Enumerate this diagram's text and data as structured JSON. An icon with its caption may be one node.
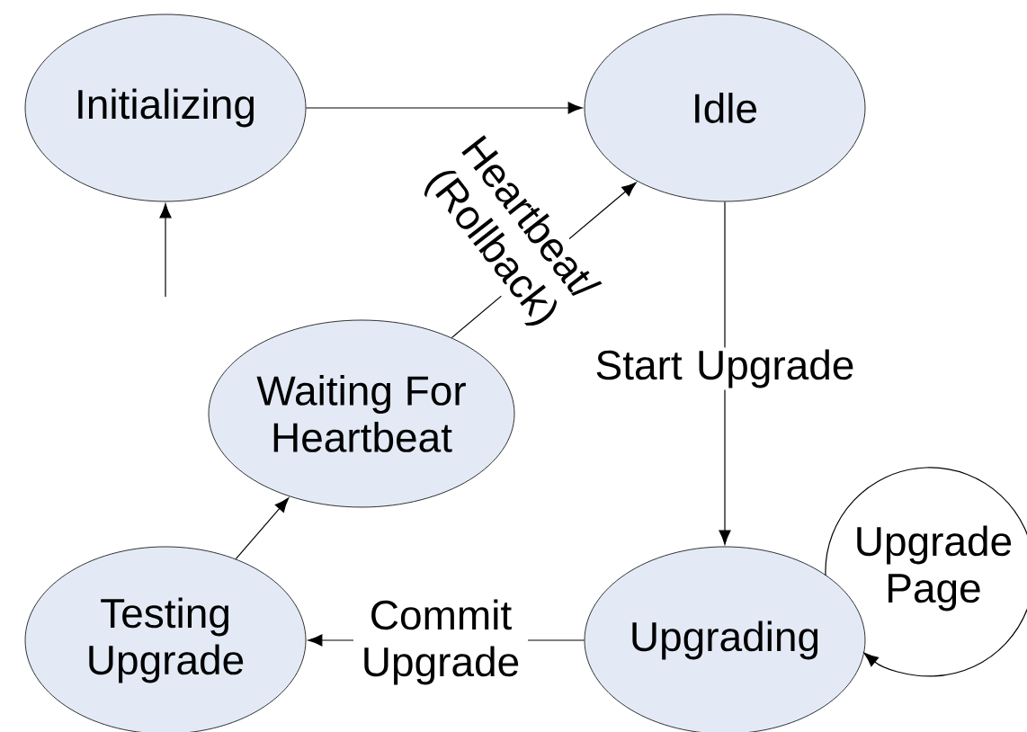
{
  "diagram": {
    "nodes": [
      {
        "text": [
          "Initializing"
        ]
      },
      {
        "text": [
          "Idle"
        ]
      },
      {
        "text": [
          "Waiting For Heartbeat"
        ]
      },
      {
        "text": [
          "Testing Upgrade"
        ]
      },
      {
        "text": [
          "Upgrading"
        ]
      }
    ],
    "edges": [
      {
        "from": null,
        "to": 0,
        "arrow": "to"
      },
      {
        "from": 0,
        "to": 1,
        "arrow": "to"
      },
      {
        "from": 1,
        "to": 4,
        "arrow": "to",
        "label": "Start Upgrade"
      },
      {
        "from": 4,
        "to": 3,
        "arrow": "to",
        "label": "Commit Upgrade"
      },
      {
        "from": 3,
        "to": 2,
        "arrow": "to"
      },
      {
        "from": 2,
        "to": 1,
        "arrow": "to",
        "label": "Heartbeat/ (Rollback)"
      },
      {
        "from": 4,
        "to": 4,
        "arrow": "to",
        "label": "Upgrade Page"
      }
    ]
  }
}
